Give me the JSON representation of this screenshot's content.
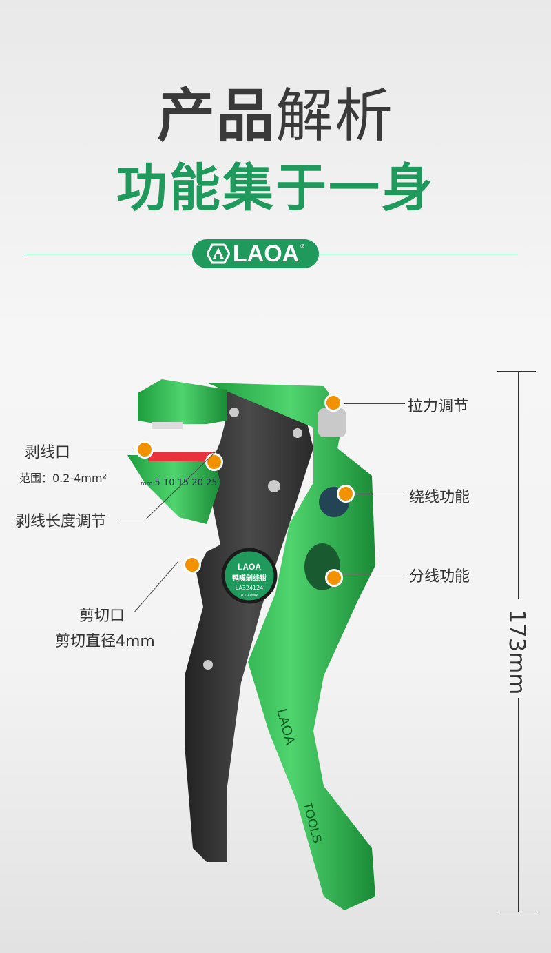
{
  "header": {
    "title_bold": "产品",
    "title_light": "解析",
    "subtitle": "功能集于一身",
    "brand": "LAOA",
    "brand_mark": "®"
  },
  "callouts": {
    "tension": "拉力调节",
    "strip_port": "剥线口",
    "strip_range": "范围：0.2-4mm²",
    "winding": "绕线功能",
    "strip_length": "剥线长度调节",
    "split": "分线功能",
    "cut_port": "剪切口",
    "cut_diameter": "剪切直径4mm"
  },
  "dimension": "173mm",
  "tool": {
    "badge_brand": "LAOA",
    "badge_name": "鸭嘴剥线钳",
    "badge_model": "LA324124",
    "badge_range": "0.2-4MMP",
    "ruler_unit": "mm",
    "ruler_marks": "5 10 15 20 25",
    "handle_brand": "LAOA",
    "handle_text": "TOOLS"
  },
  "colors": {
    "brand_green": "#1f9a5c",
    "tool_green": "#2fbf4f",
    "accent_orange": "#f39200"
  }
}
